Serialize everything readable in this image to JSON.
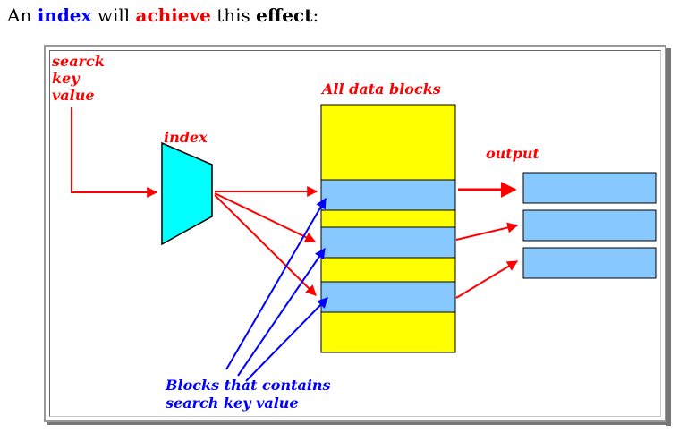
{
  "heading": {
    "prefix": "An",
    "word_index": "index",
    "mid1": "will",
    "word_achieve": "achieve",
    "mid2": "this",
    "word_effect": "effect",
    "suffix": ":"
  },
  "diagram": {
    "search_key_label": [
      "searck",
      "key",
      "value"
    ],
    "index_label": "index",
    "all_blocks_label": "All data blocks",
    "output_label": "output",
    "blocks_note": [
      "Blocks that contains",
      "search key value"
    ]
  },
  "colors": {
    "red": "#ff0000",
    "blue": "#0000ff",
    "yellow": "#ffff00",
    "light_blue": "#87c8ff",
    "cyan": "#00ffff"
  }
}
